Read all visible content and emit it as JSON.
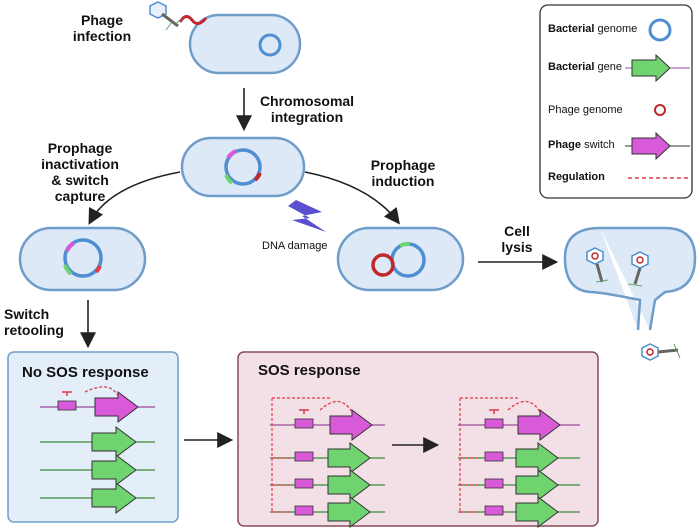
{
  "labels": {
    "phage_infection": "Phage\ninfection",
    "chromosomal_integration": "Chromosomal\nintegration",
    "prophage_inactivation": "Prophage\ninactivation\n& switch\ncapture",
    "prophage_induction": "Prophage\ninduction",
    "dna_damage": "DNA damage",
    "cell_lysis": "Cell\nlysis",
    "switch_retooling": "Switch\nretooling"
  },
  "panels": {
    "no_sos": "No SOS response",
    "sos": "SOS response"
  },
  "legend": {
    "items": [
      {
        "bold": "Bacterial",
        "rest": " genome"
      },
      {
        "bold": "Bacterial",
        "rest": " gene"
      },
      {
        "bold": "",
        "rest": "Phage genome"
      },
      {
        "bold": "Phage",
        "rest": " switch"
      },
      {
        "bold": "Regulation",
        "rest": ""
      }
    ]
  },
  "colors": {
    "cell_fill": "#dde9f7",
    "cell_stroke": "#6f9dc9",
    "bacterial_genome": "#4d8fd0",
    "phage_genome": "#c1272d",
    "gene_green": "#6fd36f",
    "switch_magenta": "#d85ad8",
    "regulation": "#e03a4a",
    "panel_blue_fill": "#e4eef9",
    "panel_pink_fill": "#f3dfe6",
    "lightning": "#5a4fd0"
  }
}
